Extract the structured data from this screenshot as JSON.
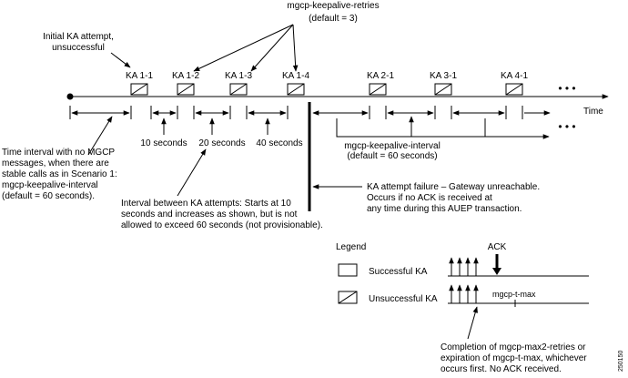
{
  "retries_label": [
    "mgcp-keepalive-retries",
    "(default = 3)"
  ],
  "initial_label": [
    "Initial KA attempt,",
    "unsuccessful"
  ],
  "ka_labels": [
    "KA 1-1",
    "KA 1-2",
    "KA 1-3",
    "KA 1-4",
    "KA 2-1",
    "KA 3-1",
    "KA 4-1"
  ],
  "ellipsis": "• • •",
  "time_label": "Time",
  "intervals": [
    "10 seconds",
    "20 seconds",
    "40 seconds"
  ],
  "left_note": [
    "Time interval with no MGCP",
    "messages, when there are",
    "stable calls as in Scenario 1:",
    "mgcp-keepalive-interval",
    "(default = 60 seconds)."
  ],
  "keepalive_interval": [
    "mgcp-keepalive-interval",
    "(default = 60 seconds)"
  ],
  "failure_note": [
    "KA attempt failure – Gateway unreachable.",
    "Occurs if no ACK is received at",
    "any time during this AUEP transaction."
  ],
  "interval_note": [
    "Interval between KA attempts: Starts at 10",
    "seconds and increases as shown, but is not",
    "allowed to exceed 60 seconds (not provisionable)."
  ],
  "legend": {
    "title": "Legend",
    "successful": "Successful KA",
    "unsuccessful": "Unsuccessful KA",
    "ack": "ACK",
    "tmax": "mgcp-t-max"
  },
  "completion_note": [
    "Completion of mgcp-max2-retries or",
    "expiration of mgcp-t-max, whichever",
    "occurs first. No ACK received."
  ],
  "figure_id": "250150"
}
